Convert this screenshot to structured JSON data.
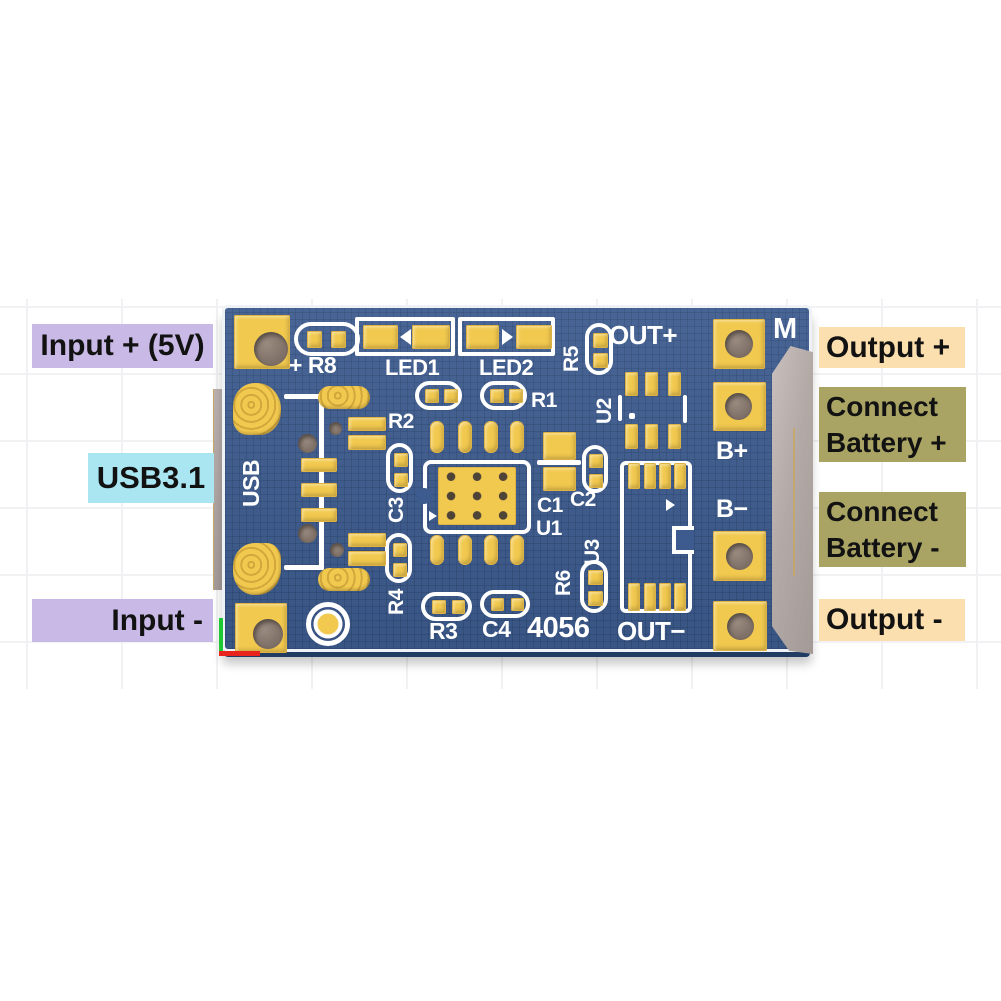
{
  "annotations": {
    "left": [
      {
        "id": "input-plus",
        "label": "Input + (5V)",
        "bg": "#c9b9e6"
      },
      {
        "id": "usb-type",
        "label": "USB3.1",
        "bg": "#a9e6f2"
      },
      {
        "id": "input-minus",
        "label": "Input -",
        "bg": "#c9b9e6"
      }
    ],
    "right": [
      {
        "id": "output-plus",
        "label": "Output +",
        "bg": "#fbdfae"
      },
      {
        "id": "connect-battery-plus",
        "label": "Connect Battery +",
        "bg": "#a9a464"
      },
      {
        "id": "connect-battery-minus",
        "label": "Connect Battery -",
        "bg": "#a9a464"
      },
      {
        "id": "output-minus",
        "label": "Output -",
        "bg": "#fbdfae"
      }
    ]
  },
  "board": {
    "silkscreen": {
      "r8": "+ R8",
      "led1": "LED1",
      "led2": "LED2",
      "r5": "R5",
      "out_plus": "OUT+",
      "m": "M",
      "r1": "R1",
      "r2": "R2",
      "u2": "U2",
      "c3": "C3",
      "c1": "C1",
      "c2": "C2",
      "u1": "U1",
      "usb": "USB",
      "b_plus": "B+",
      "b_minus": "B−",
      "r4": "R4",
      "u3": "U3",
      "r6": "R6",
      "r3": "R3",
      "c4": "C4",
      "model": "4056",
      "out_minus": "OUT−"
    },
    "colors": {
      "solder_mask": "#3d5b8e",
      "pads": "#f2c94f",
      "silkscreen": "#ffffff",
      "board_edge": "#203c63",
      "hole": "#8a7a6f",
      "connector_gray": "#b3a9a6",
      "origin_x_axis": "#e8241c",
      "origin_y_axis": "#1ec832"
    }
  }
}
